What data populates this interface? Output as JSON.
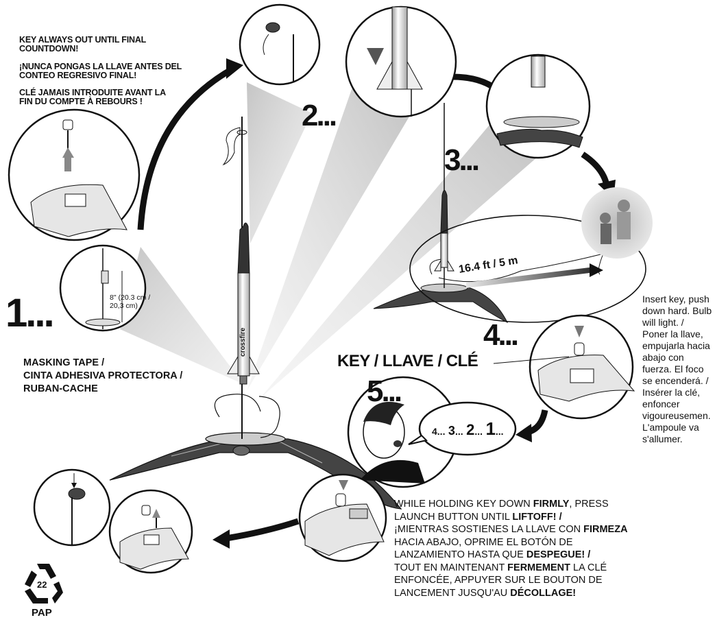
{
  "warnings": {
    "en": "KEY ALWAYS OUT UNTIL FINAL COUNTDOWN!",
    "es": "¡NUNCA PONGAS LA LLAVE ANTES DEL CONTEO REGRESIVO FINAL!",
    "fr": "CLÉ JAMAIS INTRODUITE AVANT LA FIN DU COMPTE À REBOURS !"
  },
  "steps": {
    "one": "1...",
    "two": "2...",
    "three": "3...",
    "four": "4...",
    "five": "5..."
  },
  "measure": {
    "line1": "8\" (20.3 cm /",
    "line2": "20,3 cm)"
  },
  "distance_label": "16.4 ft / 5 m",
  "masking_tape": {
    "line1": "MASKING TAPE /",
    "line2": "CINTA ADHESIVA PROTECTORA /",
    "line3": "RUBAN-CACHE"
  },
  "key_label": "KEY / LLAVE / CLÉ",
  "countdown": {
    "n4": "4",
    "n3": "3",
    "n2": "2",
    "n1": "1",
    "dots": "..."
  },
  "rocket_name": "crossfire",
  "insert_key_note": [
    "Insert key, push",
    "down hard. Bulb",
    "will light. /",
    "Poner la llave,",
    "empujarla hacia",
    "abajo con",
    "fuerza. El foco",
    "se encenderá. /",
    "Insérer la clé,",
    "enfoncer",
    "vigoureusemen.",
    "L'ampoule va",
    "s'allumer."
  ],
  "launch_instructions": {
    "en_a": "WHILE HOLDING KEY DOWN ",
    "en_b": "FIRMLY",
    "en_c": ", PRESS",
    "en_d": "LAUNCH BUTTON UNTIL ",
    "en_e": "LIFTOFF! /",
    "es_a": "¡MIENTRAS SOSTIENES LA LLAVE CON ",
    "es_b": "FIRMEZA",
    "es_c": "HACIA ABAJO, OPRIME EL BOTÓN DE",
    "es_d": "LANZAMIENTO HASTA QUE ",
    "es_e": "DESPEGUE! /",
    "fr_a": "TOUT EN MAINTENANT ",
    "fr_b": "FERMEMENT",
    "fr_c": " LA CLÉ",
    "fr_d": "ENFONCÉE, APPUYER SUR LE BOUTON DE",
    "fr_e": "LANCEMENT JUSQU'AU ",
    "fr_f": "DÉCOLLAGE!"
  },
  "recycle": {
    "number": "22",
    "code": "PAP"
  },
  "colors": {
    "ink": "#111111",
    "gray_light": "#d9d9d9",
    "gray_mid": "#9a9a9a",
    "gray_dark": "#555555"
  }
}
